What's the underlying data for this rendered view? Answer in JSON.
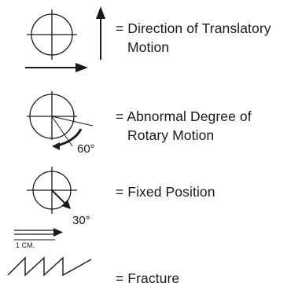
{
  "legend": [
    {
      "symbol": "translatory-motion",
      "lines": [
        "= Direction of Translatory",
        "Motion"
      ]
    },
    {
      "symbol": "rotary-motion",
      "angle_label": "60°",
      "lines": [
        "= Abnormal Degree of",
        "Rotary Motion"
      ]
    },
    {
      "symbol": "fixed-position",
      "angle_label": "30°",
      "scale_label": "1 CM.",
      "lines": [
        "= Fixed Position"
      ]
    },
    {
      "symbol": "fracture-zigzag",
      "lines": [
        "= Fracture"
      ]
    }
  ],
  "colors": {
    "ink": "#1a1a1a",
    "background": "#ffffff"
  }
}
